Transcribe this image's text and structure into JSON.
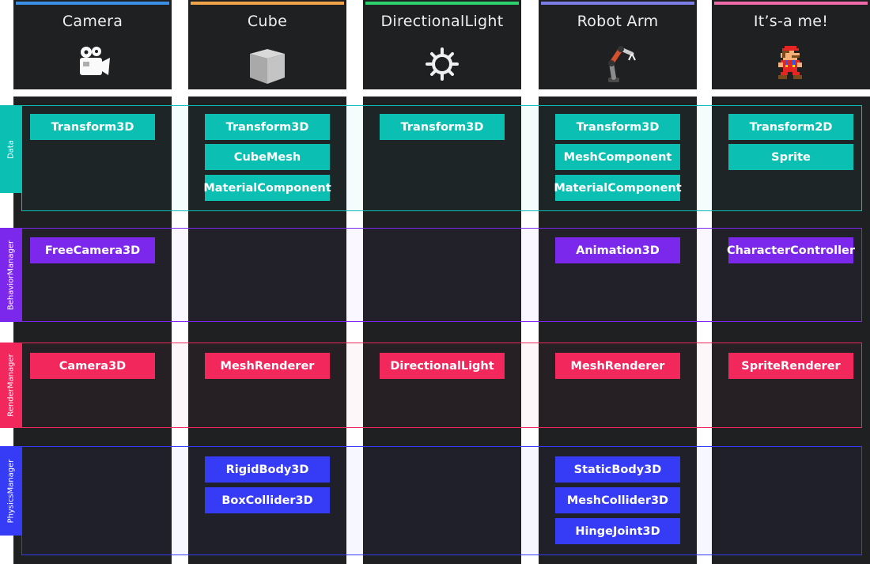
{
  "entities": [
    {
      "name": "Camera",
      "color": "#3b8ee6",
      "icon": "movie-camera-icon"
    },
    {
      "name": "Cube",
      "color": "#f1a349",
      "icon": "cube-icon"
    },
    {
      "name": "DirectionalLight",
      "color": "#2bd16c",
      "icon": "sun-gear-icon"
    },
    {
      "name": "Robot Arm",
      "color": "#7d7de8",
      "icon": "robot-arm-icon"
    },
    {
      "name": "It’s-a me!",
      "color": "#ef6aa9",
      "icon": "pixel-mario-icon"
    }
  ],
  "managers": [
    {
      "label": "Data",
      "color": "#0bbfb3"
    },
    {
      "label": "BehaviorManager",
      "color": "#7c27ec"
    },
    {
      "label": "RenderManager",
      "color": "#f2275c"
    },
    {
      "label": "PhysicsManager",
      "color": "#363cf5"
    }
  ],
  "components": {
    "data": [
      [
        "Transform3D"
      ],
      [
        "Transform3D",
        "CubeMesh",
        "MaterialComponent"
      ],
      [
        "Transform3D"
      ],
      [
        "Transform3D",
        "MeshComponent",
        "MaterialComponent"
      ],
      [
        "Transform2D",
        "Sprite"
      ]
    ],
    "behavior": [
      [
        "FreeCamera3D"
      ],
      [],
      [],
      [
        "Animation3D"
      ],
      [
        "CharacterController"
      ]
    ],
    "render": [
      [
        "Camera3D"
      ],
      [
        "MeshRenderer"
      ],
      [
        "DirectionalLight"
      ],
      [
        "MeshRenderer"
      ],
      [
        "SpriteRenderer"
      ]
    ],
    "physics": [
      [],
      [
        "RigidBody3D",
        "BoxCollider3D"
      ],
      [],
      [
        "StaticBody3D",
        "MeshCollider3D",
        "HingeJoint3D"
      ],
      []
    ]
  }
}
